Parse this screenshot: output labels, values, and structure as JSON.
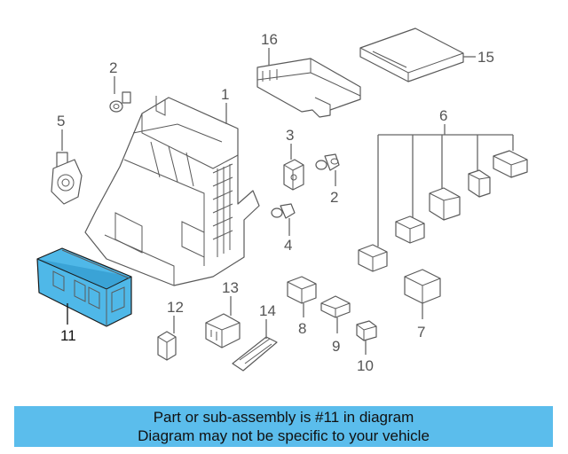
{
  "callouts": {
    "c1": "1",
    "c2a": "2",
    "c2b": "2",
    "c3": "3",
    "c4": "4",
    "c5": "5",
    "c6": "6",
    "c7": "7",
    "c8": "8",
    "c9": "9",
    "c10": "10",
    "c11": "11",
    "c12": "12",
    "c13": "13",
    "c14": "14",
    "c15": "15",
    "c16": "16"
  },
  "highlight_color": "#4fb8e8",
  "banner": {
    "line1": "Part or sub-assembly is #11 in diagram",
    "line2": "Diagram may not be specific to your vehicle",
    "background": "#5bbdec"
  }
}
